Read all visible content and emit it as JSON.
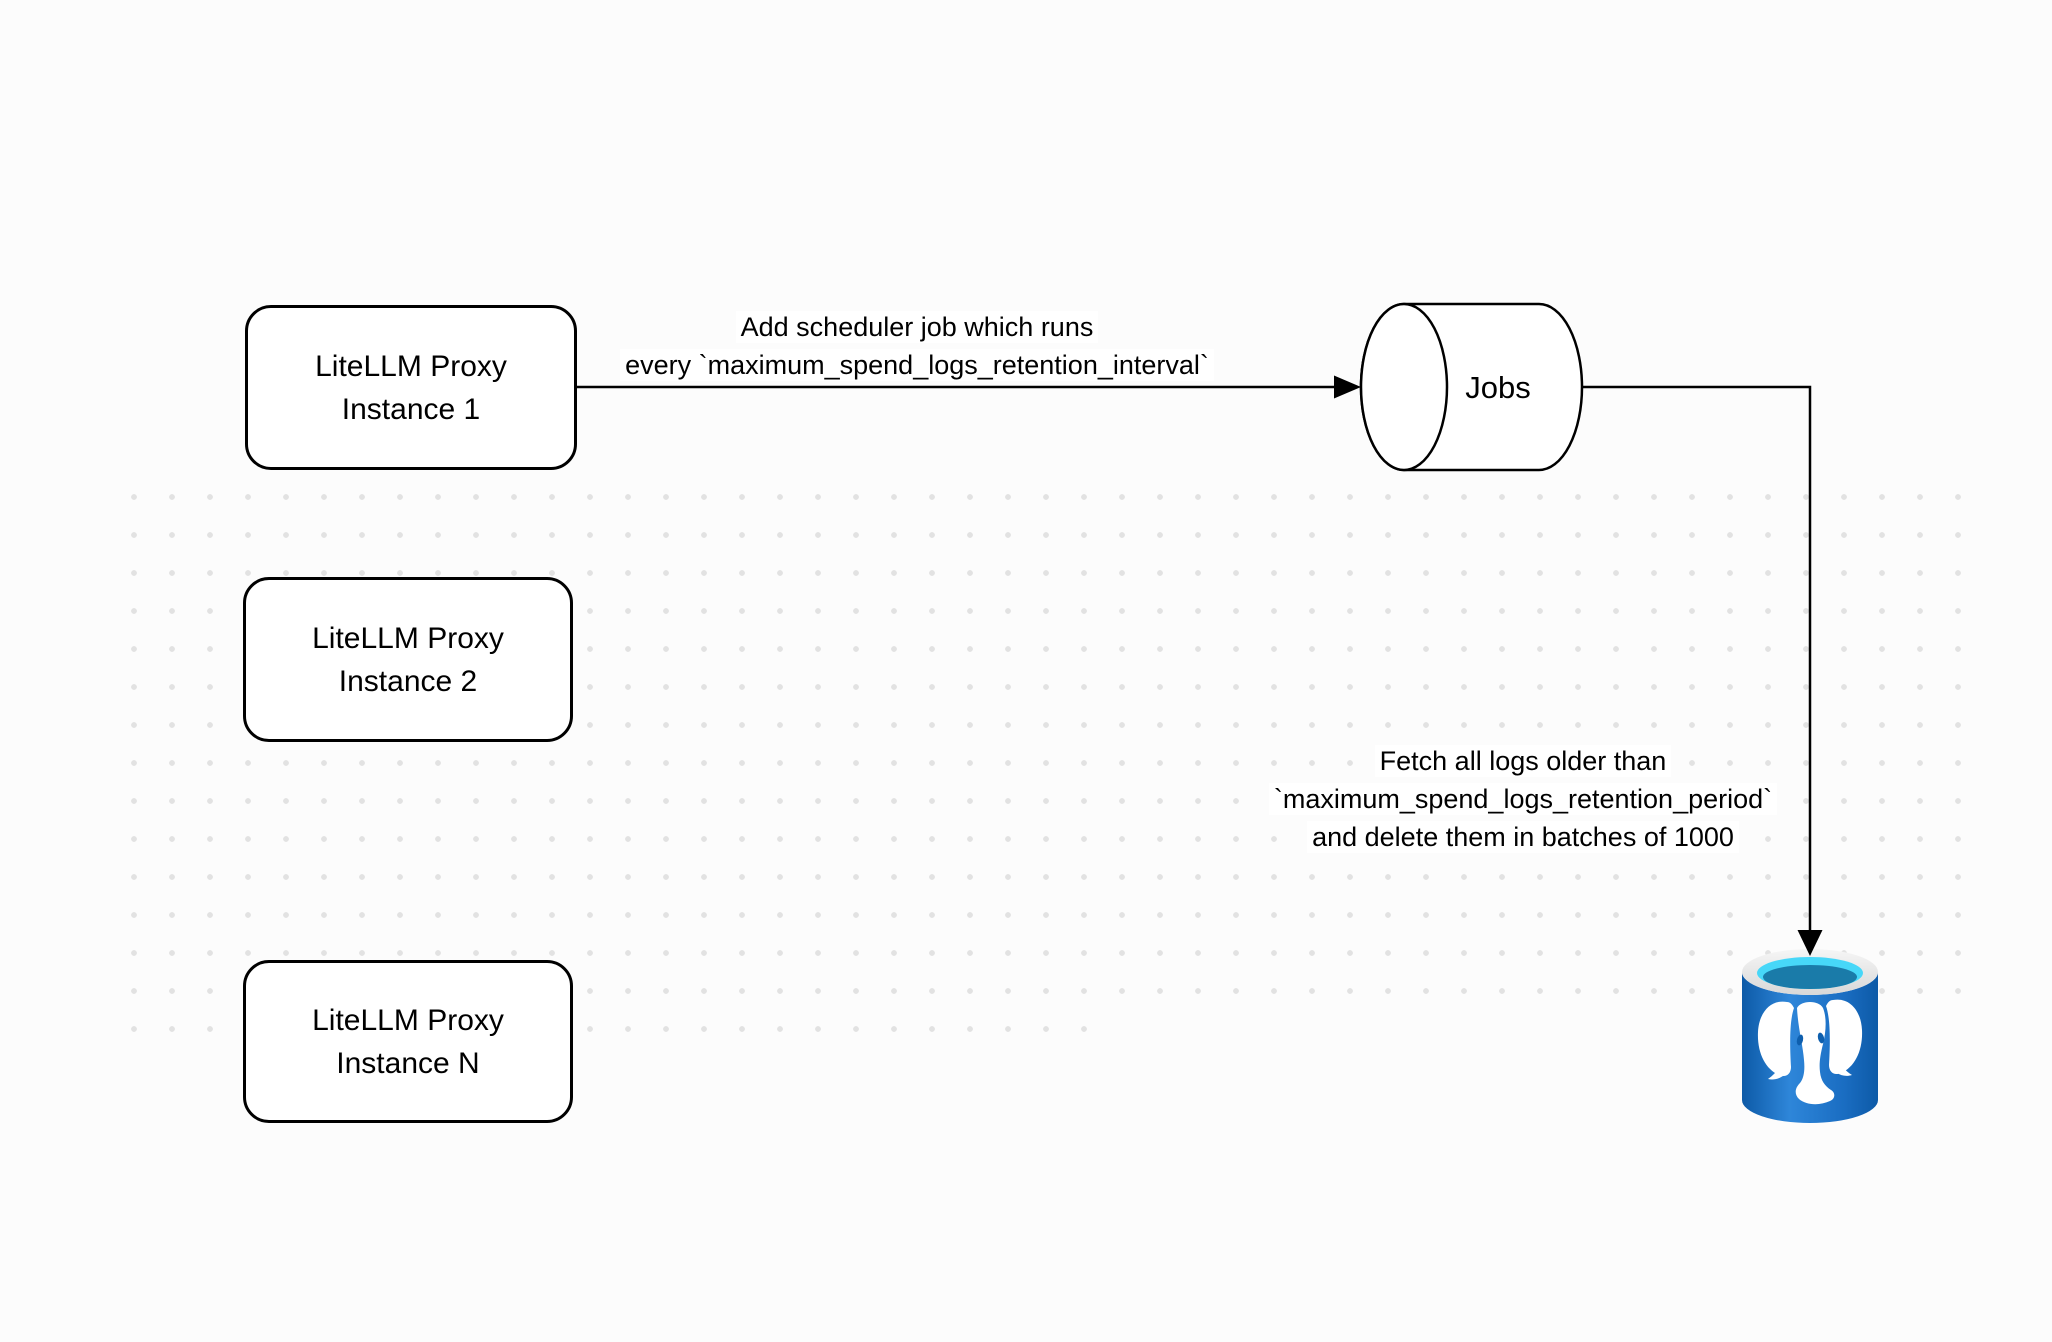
{
  "nodes": {
    "proxy1": {
      "label": "LiteLLM Proxy\nInstance 1"
    },
    "proxy2": {
      "label": "LiteLLM Proxy\nInstance 2"
    },
    "proxyN": {
      "label": "LiteLLM Proxy\nInstance N"
    },
    "jobs": {
      "label": "Jobs"
    },
    "postgres": {
      "icon": "postgresql-database-icon"
    }
  },
  "edges": {
    "add_scheduler": {
      "label": "Add scheduler job which runs\nevery `maximum_spend_logs_retention_interval`"
    },
    "fetch_delete": {
      "label": "Fetch all logs older than\n`maximum_spend_logs_retention_period`\nand delete them in batches of 1000"
    }
  },
  "colors": {
    "line": "#000000",
    "node_fill": "#ffffff",
    "node_border": "#000000",
    "dot_grid": "#e2e2e2",
    "postgres_body_dark": "#0d5aa7",
    "postgres_body_light": "#2e86d9",
    "postgres_rim_light": "#f6f6f6",
    "postgres_rim_dark": "#d8d8d8",
    "postgres_inner_cyan": "#47d7f8",
    "postgres_inner_teal": "#1a7ba9",
    "elephant": "#ffffff"
  }
}
